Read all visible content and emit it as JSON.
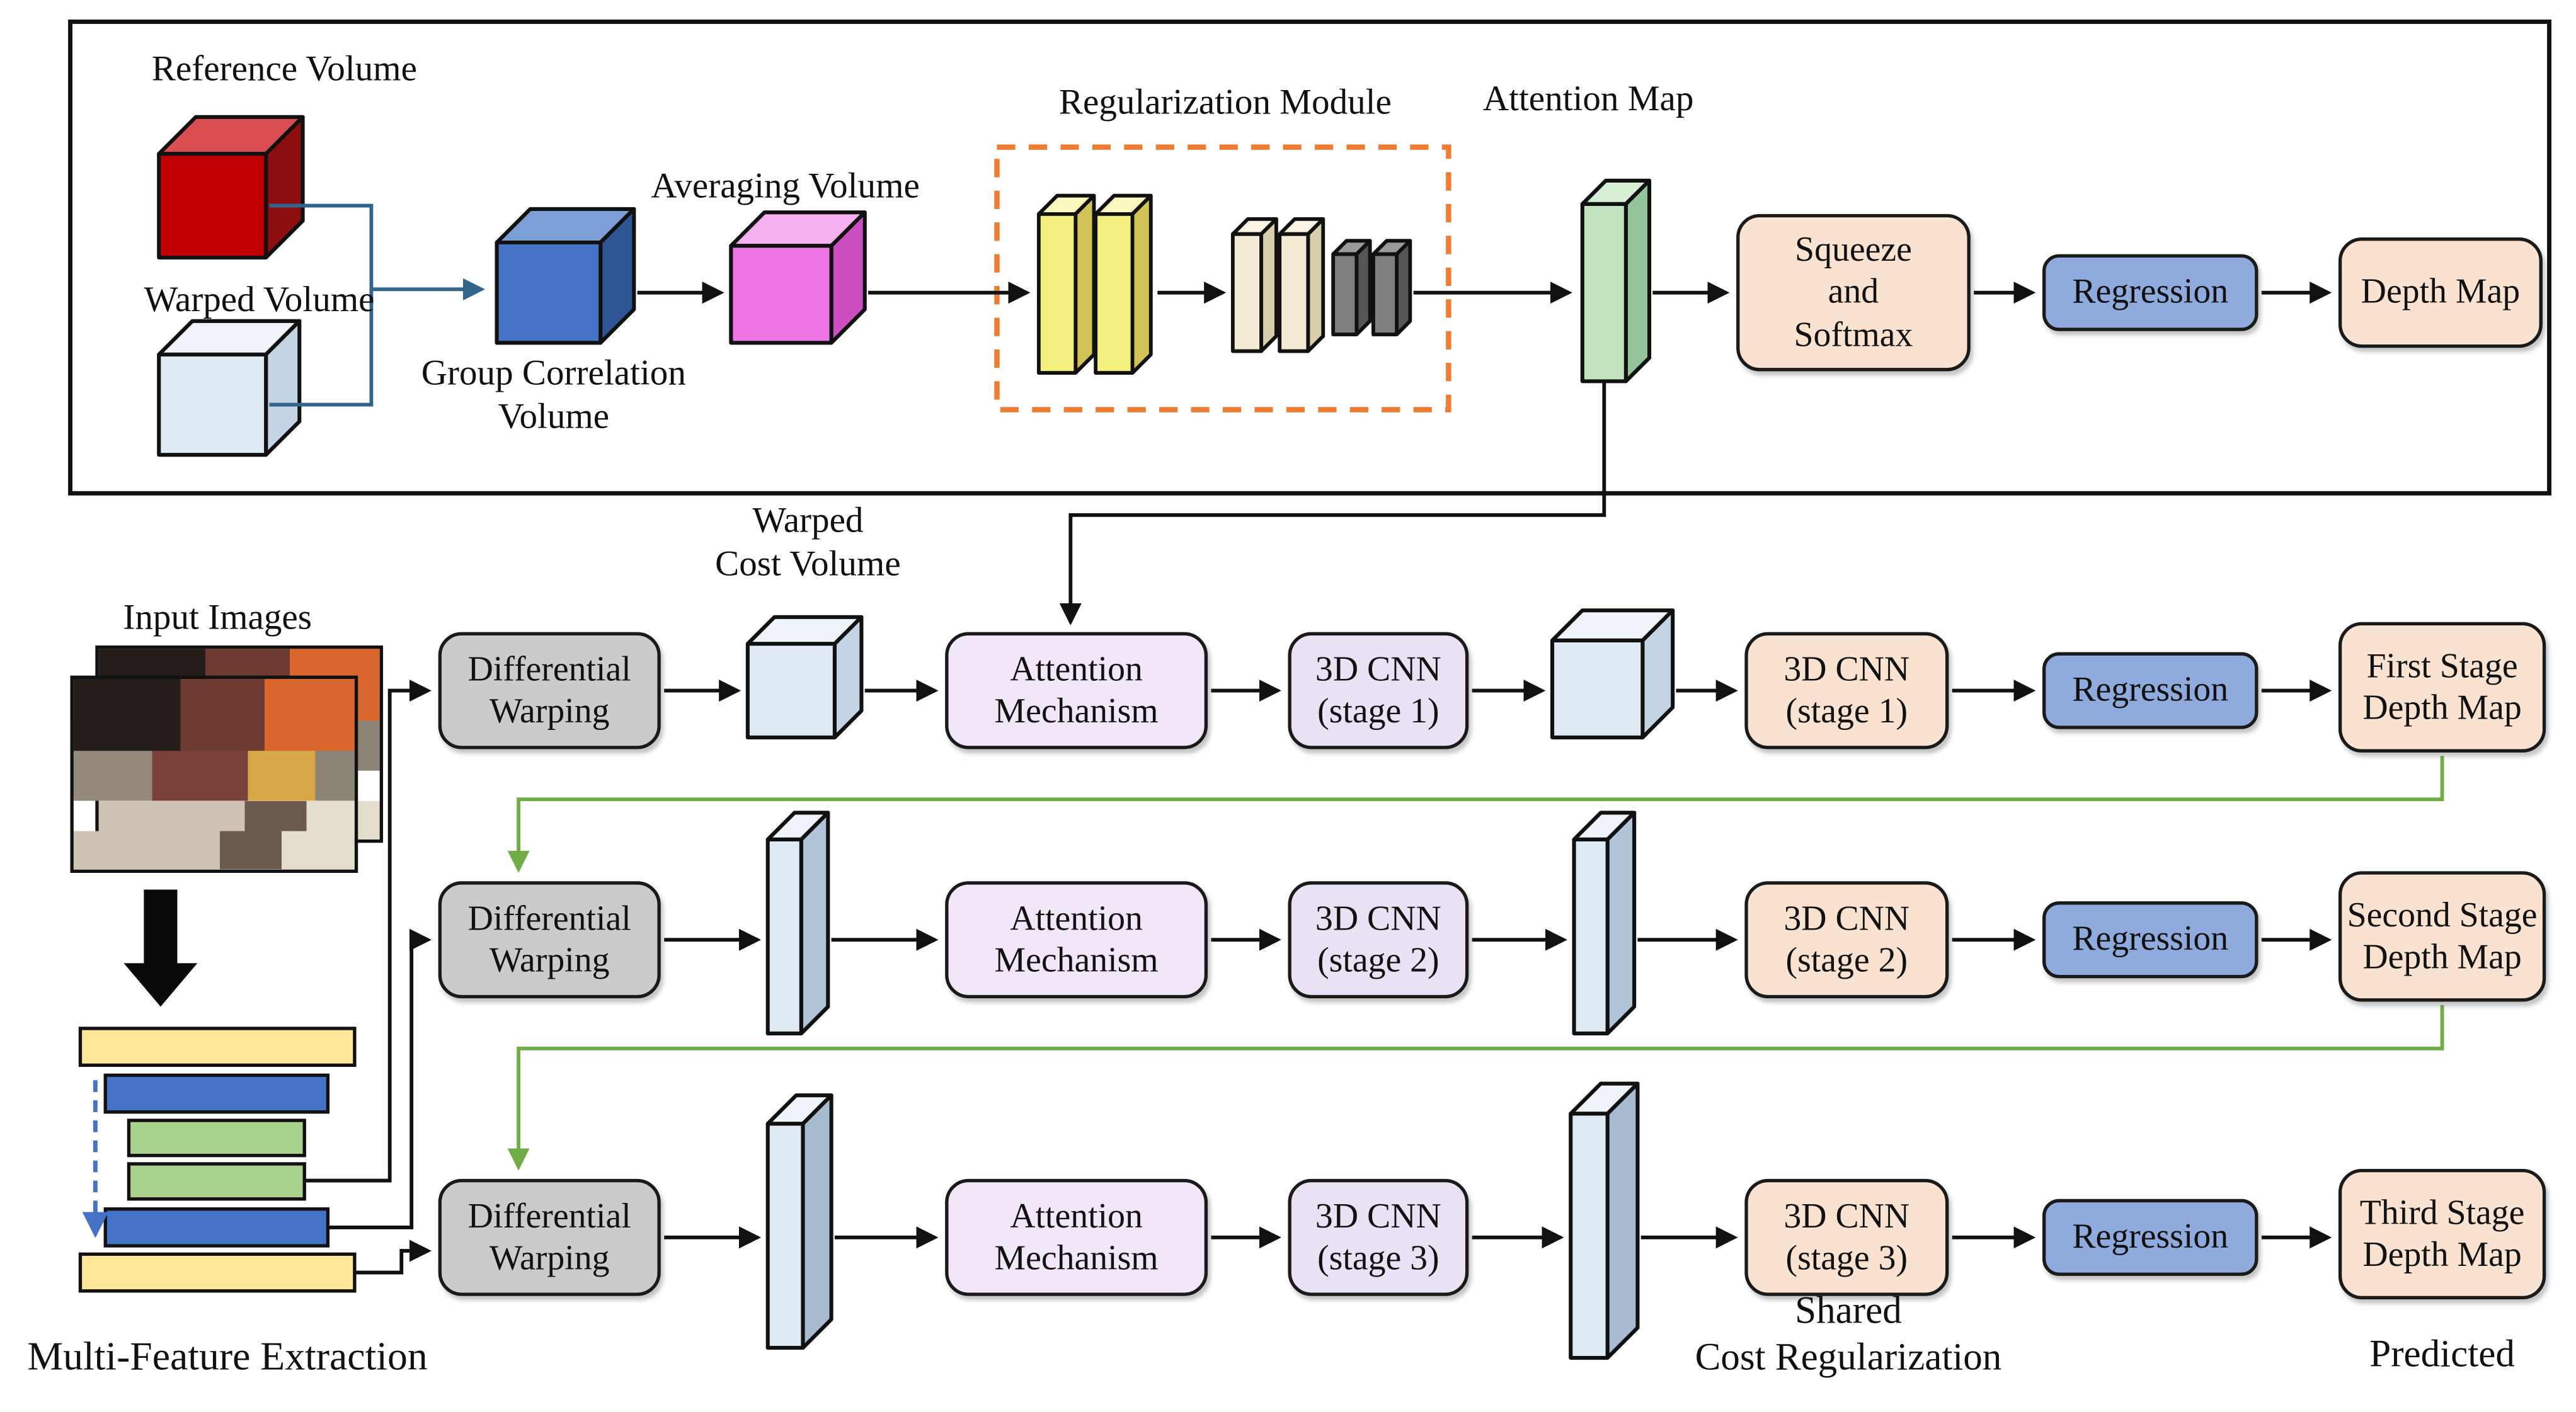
{
  "top_pipeline": {
    "reference_volume": "Reference Volume",
    "warped_volume": "Warped Volume",
    "group_correlation": [
      "Group Correlation",
      "Volume"
    ],
    "averaging_volume": "Averaging Volume",
    "regularization_module": "Regularization Module",
    "attention_map": "Attention Map",
    "squeeze_softmax": [
      "Squeeze",
      "and",
      "Softmax"
    ],
    "regression": "Regression",
    "depth_map": "Depth Map"
  },
  "left_column": {
    "input_images": "Input Images",
    "multi_feature_extraction": "Multi-Feature Extraction"
  },
  "rows": [
    {
      "differential_warping": [
        "Differential",
        "Warping"
      ],
      "warped_cost_volume": [
        "Warped",
        "Cost Volume"
      ],
      "attention_mechanism": [
        "Attention",
        "Mechanism"
      ],
      "cnn_regularization": [
        "3D CNN",
        "(stage 1)"
      ],
      "cnn_shared": [
        "3D CNN",
        "(stage 1)"
      ],
      "regression": "Regression",
      "depth_output": [
        "First Stage",
        "Depth Map"
      ]
    },
    {
      "differential_warping": [
        "Differential",
        "Warping"
      ],
      "attention_mechanism": [
        "Attention",
        "Mechanism"
      ],
      "cnn_regularization": [
        "3D CNN",
        "(stage 2)"
      ],
      "cnn_shared": [
        "3D CNN",
        "(stage 2)"
      ],
      "regression": "Regression",
      "depth_output": [
        "Second Stage",
        "Depth Map"
      ]
    },
    {
      "differential_warping": [
        "Differential",
        "Warping"
      ],
      "attention_mechanism": [
        "Attention",
        "Mechanism"
      ],
      "cnn_regularization": [
        "3D CNN",
        "(stage 3)"
      ],
      "cnn_shared": [
        "3D CNN",
        "(stage 3)"
      ],
      "regression": "Regression",
      "depth_output": [
        "Third Stage",
        "Depth Map"
      ]
    }
  ],
  "footer": {
    "shared_cost_regularization": [
      "Shared",
      "Cost Regularization"
    ],
    "predicted": "Predicted"
  },
  "colors": {
    "box_peach": "#f9e3d0",
    "box_blue": "#8faadc",
    "box_gray": "#cbcbcb",
    "box_lavender": "#eae1f4",
    "box_attention_purple": "#f2e7f8",
    "cube_red": "#c00000",
    "cube_blue": "#4472c4",
    "cube_pink": "#ee75e3",
    "cube_lightblue": "#dfeaf4",
    "slab_yellow": "#f4ee7f",
    "slab_beige": "#f3ebd3",
    "slab_gray": "#7f7f7f",
    "slab_green": "#c2e5c0",
    "bar_yellow": "#ffe699",
    "bar_blue": "#4472c4",
    "bar_green": "#a9d18e",
    "line_black": "#111111",
    "line_green": "#70ad47",
    "line_steelblue": "#31658c",
    "dash_orange": "#ed7d31",
    "dash_blue": "#4472c4"
  }
}
